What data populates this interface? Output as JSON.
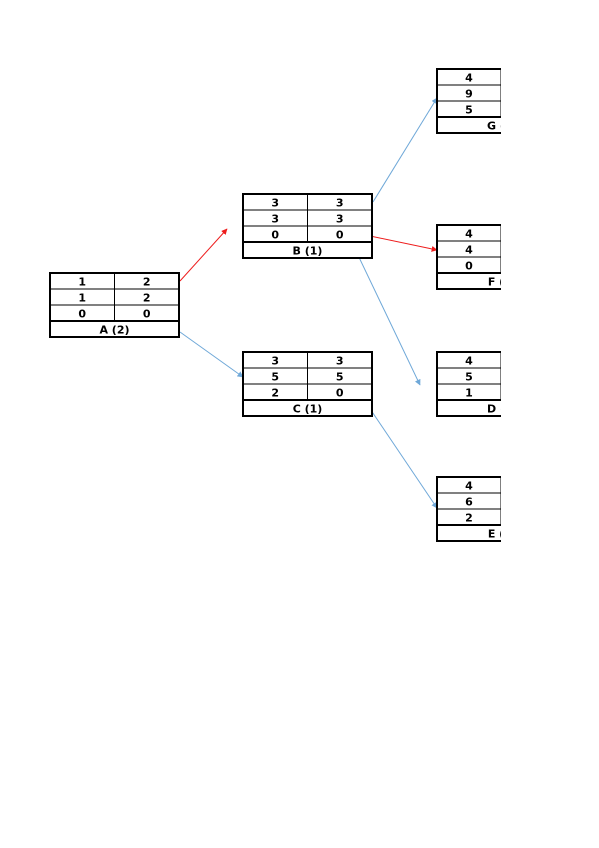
{
  "colors": {
    "critical": "#ee1c1c",
    "normal": "#6fa8d8",
    "border": "#000000"
  },
  "nodes": {
    "A": {
      "label": "A (2)",
      "rows": [
        [
          "1",
          "2"
        ],
        [
          "1",
          "2"
        ],
        [
          "0",
          "0"
        ]
      ]
    },
    "B": {
      "label": "B (1)",
      "rows": [
        [
          "3",
          "3"
        ],
        [
          "3",
          "3"
        ],
        [
          "0",
          "0"
        ]
      ]
    },
    "C": {
      "label": "C (1)",
      "rows": [
        [
          "3",
          "3"
        ],
        [
          "5",
          "5"
        ],
        [
          "2",
          "0"
        ]
      ]
    },
    "G": {
      "label": "G (",
      "rows": [
        [
          "4"
        ],
        [
          "9"
        ],
        [
          "5"
        ]
      ]
    },
    "F": {
      "label": "F (",
      "rows": [
        [
          "4"
        ],
        [
          "4"
        ],
        [
          "0"
        ]
      ]
    },
    "D": {
      "label": "D (",
      "rows": [
        [
          "4"
        ],
        [
          "5"
        ],
        [
          "1"
        ]
      ]
    },
    "E": {
      "label": "E (",
      "rows": [
        [
          "4"
        ],
        [
          "6"
        ],
        [
          "2"
        ]
      ]
    }
  },
  "edges": [
    {
      "from": "A",
      "to": "B",
      "critical": true
    },
    {
      "from": "A",
      "to": "C",
      "critical": false
    },
    {
      "from": "B",
      "to": "G",
      "critical": false
    },
    {
      "from": "B",
      "to": "F",
      "critical": true
    },
    {
      "from": "B",
      "to": "D",
      "critical": false
    },
    {
      "from": "C",
      "to": "E",
      "critical": false
    }
  ]
}
